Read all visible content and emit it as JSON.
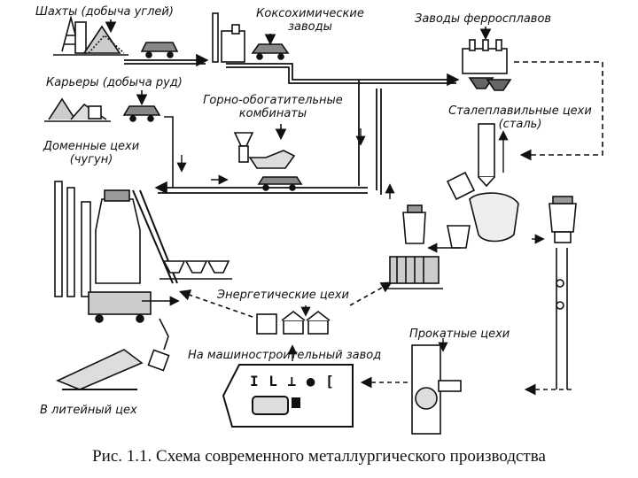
{
  "labels": {
    "mines": "Шахты (добыча углей)",
    "coke": "Коксохимические\nзаводы",
    "ferro": "Заводы ферросплавов",
    "quarries": "Карьеры (добыча руд)",
    "mining": "Горно-обогатительные\nкомбинаты",
    "steel": "Сталеплавильные цехи\n(сталь)",
    "blast": "Доменные цехи\n(чугун)",
    "energy": "Энергетические цехи",
    "rolling": "Прокатные цехи",
    "machine": "На машиностроительный завод",
    "foundry": "В литейный цех",
    "profiles": "I L ⊥ ● [ ",
    "caption": "Рис. 1.1. Схема современного металлургического производства"
  },
  "colors": {
    "ink": "#111111",
    "paper": "#ffffff"
  }
}
